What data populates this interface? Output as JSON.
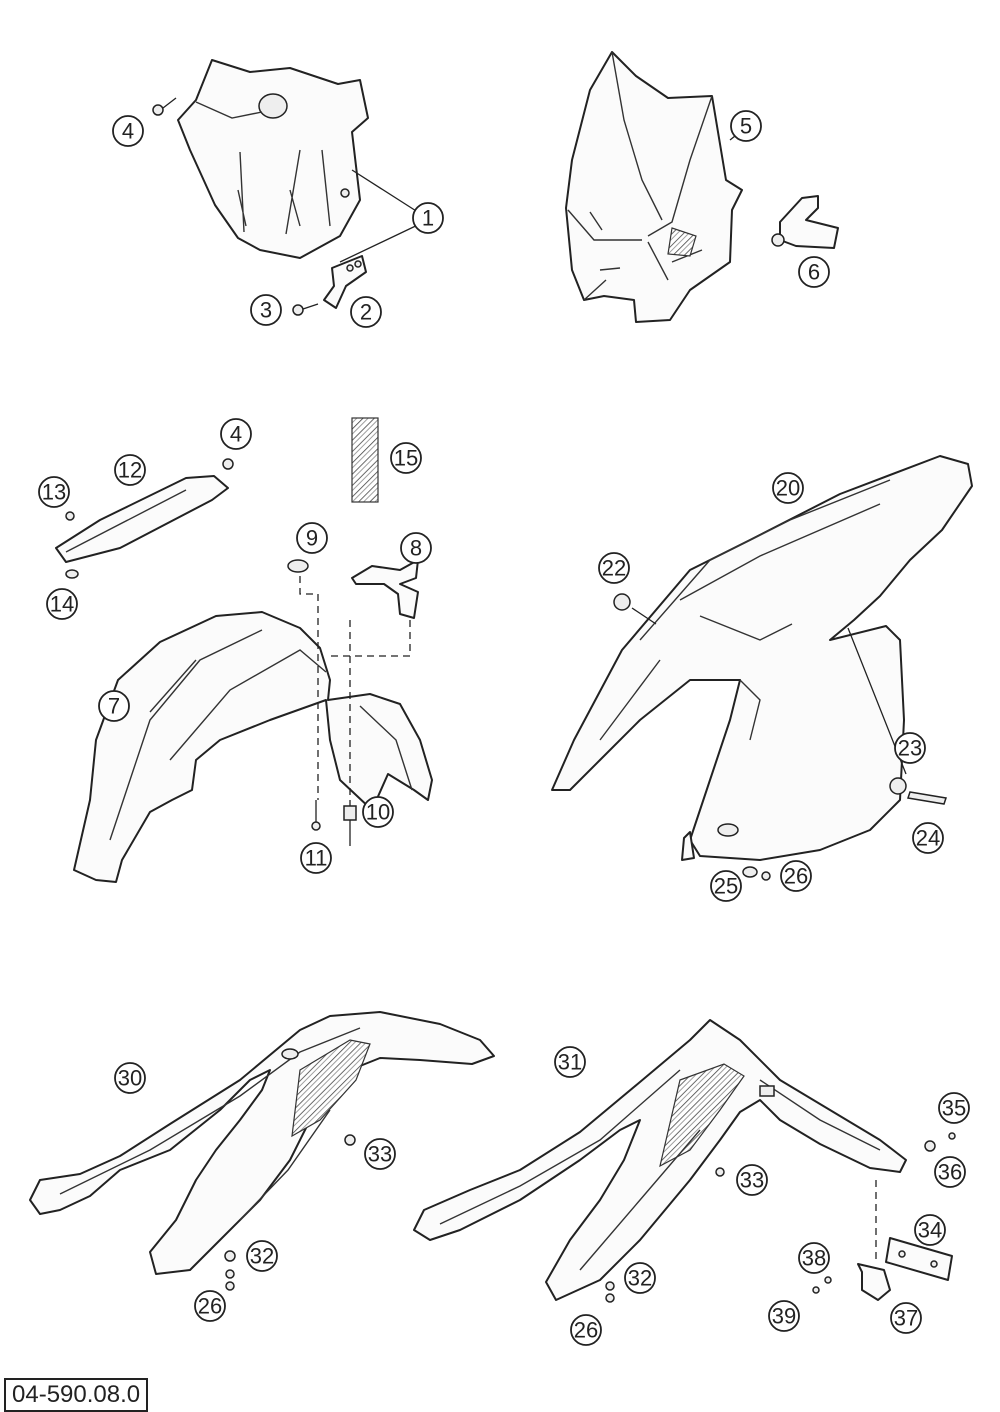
{
  "drawing_number": "04-590.08.0",
  "callouts": [
    {
      "id": "c1",
      "label": "1"
    },
    {
      "id": "c2",
      "label": "2"
    },
    {
      "id": "c3",
      "label": "3"
    },
    {
      "id": "c4a",
      "label": "4"
    },
    {
      "id": "c5",
      "label": "5"
    },
    {
      "id": "c6",
      "label": "6"
    },
    {
      "id": "c4b",
      "label": "4"
    },
    {
      "id": "c12",
      "label": "12"
    },
    {
      "id": "c13",
      "label": "13"
    },
    {
      "id": "c14",
      "label": "14"
    },
    {
      "id": "c15",
      "label": "15"
    },
    {
      "id": "c9",
      "label": "9"
    },
    {
      "id": "c8",
      "label": "8"
    },
    {
      "id": "c7",
      "label": "7"
    },
    {
      "id": "c10",
      "label": "10"
    },
    {
      "id": "c11",
      "label": "11"
    },
    {
      "id": "c20",
      "label": "20"
    },
    {
      "id": "c22",
      "label": "22"
    },
    {
      "id": "c23",
      "label": "23"
    },
    {
      "id": "c24",
      "label": "24"
    },
    {
      "id": "c25",
      "label": "25"
    },
    {
      "id": "c26a",
      "label": "26"
    },
    {
      "id": "c30",
      "label": "30"
    },
    {
      "id": "c33a",
      "label": "33"
    },
    {
      "id": "c32a",
      "label": "32"
    },
    {
      "id": "c26b",
      "label": "26"
    },
    {
      "id": "c31",
      "label": "31"
    },
    {
      "id": "c33b",
      "label": "33"
    },
    {
      "id": "c35",
      "label": "35"
    },
    {
      "id": "c36",
      "label": "36"
    },
    {
      "id": "c34",
      "label": "34"
    },
    {
      "id": "c38",
      "label": "38"
    },
    {
      "id": "c37",
      "label": "37"
    },
    {
      "id": "c39",
      "label": "39"
    },
    {
      "id": "c32b",
      "label": "32"
    },
    {
      "id": "c26c",
      "label": "26"
    }
  ]
}
